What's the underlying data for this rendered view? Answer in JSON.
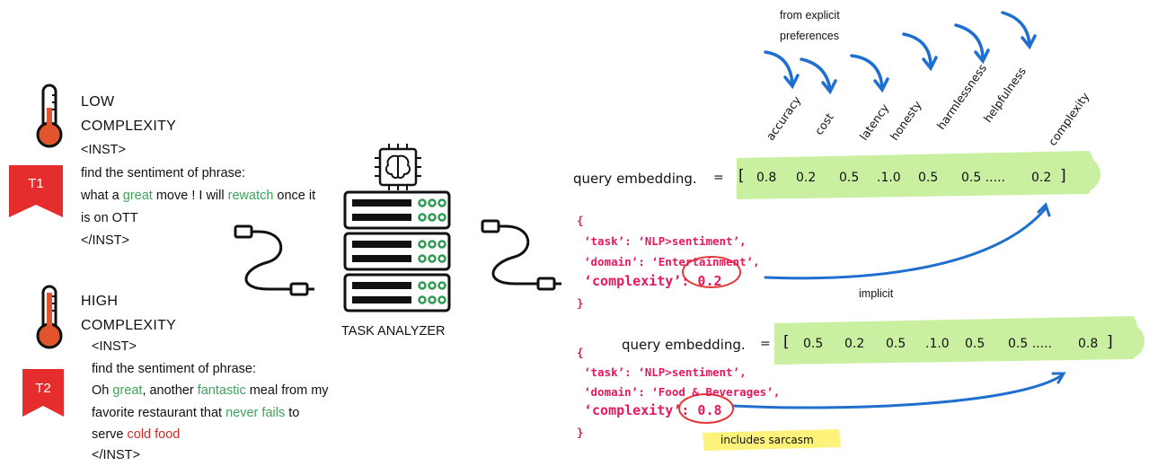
{
  "task1": {
    "badge": "T1",
    "title_line1": "LOW",
    "title_line2": "COMPLEXITY",
    "inst_open": "<INST>",
    "line1": "find the sentiment of phrase:",
    "line2_a": "what a ",
    "line2_b": "great",
    "line2_c": " move ! I will ",
    "line2_d": "rewatch",
    "line2_e": " once it",
    "line3": "is on OTT",
    "inst_close": "</INST>"
  },
  "task2": {
    "badge": "T2",
    "title_line1": "HIGH",
    "title_line2": "COMPLEXITY",
    "inst_open": "<INST>",
    "line1": "find the sentiment of phrase:",
    "line2_a": "Oh ",
    "line2_b": "great",
    "line2_c": ", another ",
    "line2_d": "fantastic",
    "line2_e": " meal from my",
    "line3_a": "favorite restaurant that ",
    "line3_b": "never fails",
    "line3_c": " to",
    "line4_a": "serve ",
    "line4_b": "cold food",
    "inst_close": "</INST>"
  },
  "analyzer": {
    "label": "TASK ANALYZER"
  },
  "preferences": {
    "label_line1": "from explicit",
    "label_line2": "preferences",
    "dimensions": [
      "accuracy",
      "cost",
      "latency",
      "honesty",
      "harmlessness",
      "helpfulness",
      "complexity"
    ]
  },
  "embedding1": {
    "label": "query embedding.",
    "equals": "=",
    "open": "[",
    "values": [
      "0.8",
      "0.2",
      "0.5",
      ".1.0",
      "0.5",
      "0.5 .....",
      "0.2"
    ],
    "close": "]"
  },
  "embedding2": {
    "label": "query embedding.",
    "equals": "=",
    "open": "[",
    "values": [
      "0.5",
      "0.2",
      "0.5",
      ".1.0",
      "0.5",
      "0.5 .....",
      "0.8"
    ],
    "close": "]"
  },
  "json1": {
    "open": "{",
    "task": "‘task’: ‘NLP>sentiment’,",
    "domain": "‘domain’: ‘Entertainment’,",
    "complexity": "‘complexity’: 0.2",
    "close": "}"
  },
  "json2": {
    "open": "{",
    "task": "‘task’: ‘NLP>sentiment’,",
    "domain": "‘domain’: ‘Food & Beverages’,",
    "complexity": "‘complexity’: 0.8",
    "close": "}"
  },
  "implicit_label": "implicit",
  "sarcasm_note": "includes sarcasm",
  "colors": {
    "accent_blue": "#1e6fd0",
    "highlight_green": "#c9f0a0",
    "code_pink": "#e8185f",
    "badge_red": "#e52d2d",
    "circle_red": "#e53935",
    "note_yellow": "#fdf27a"
  }
}
